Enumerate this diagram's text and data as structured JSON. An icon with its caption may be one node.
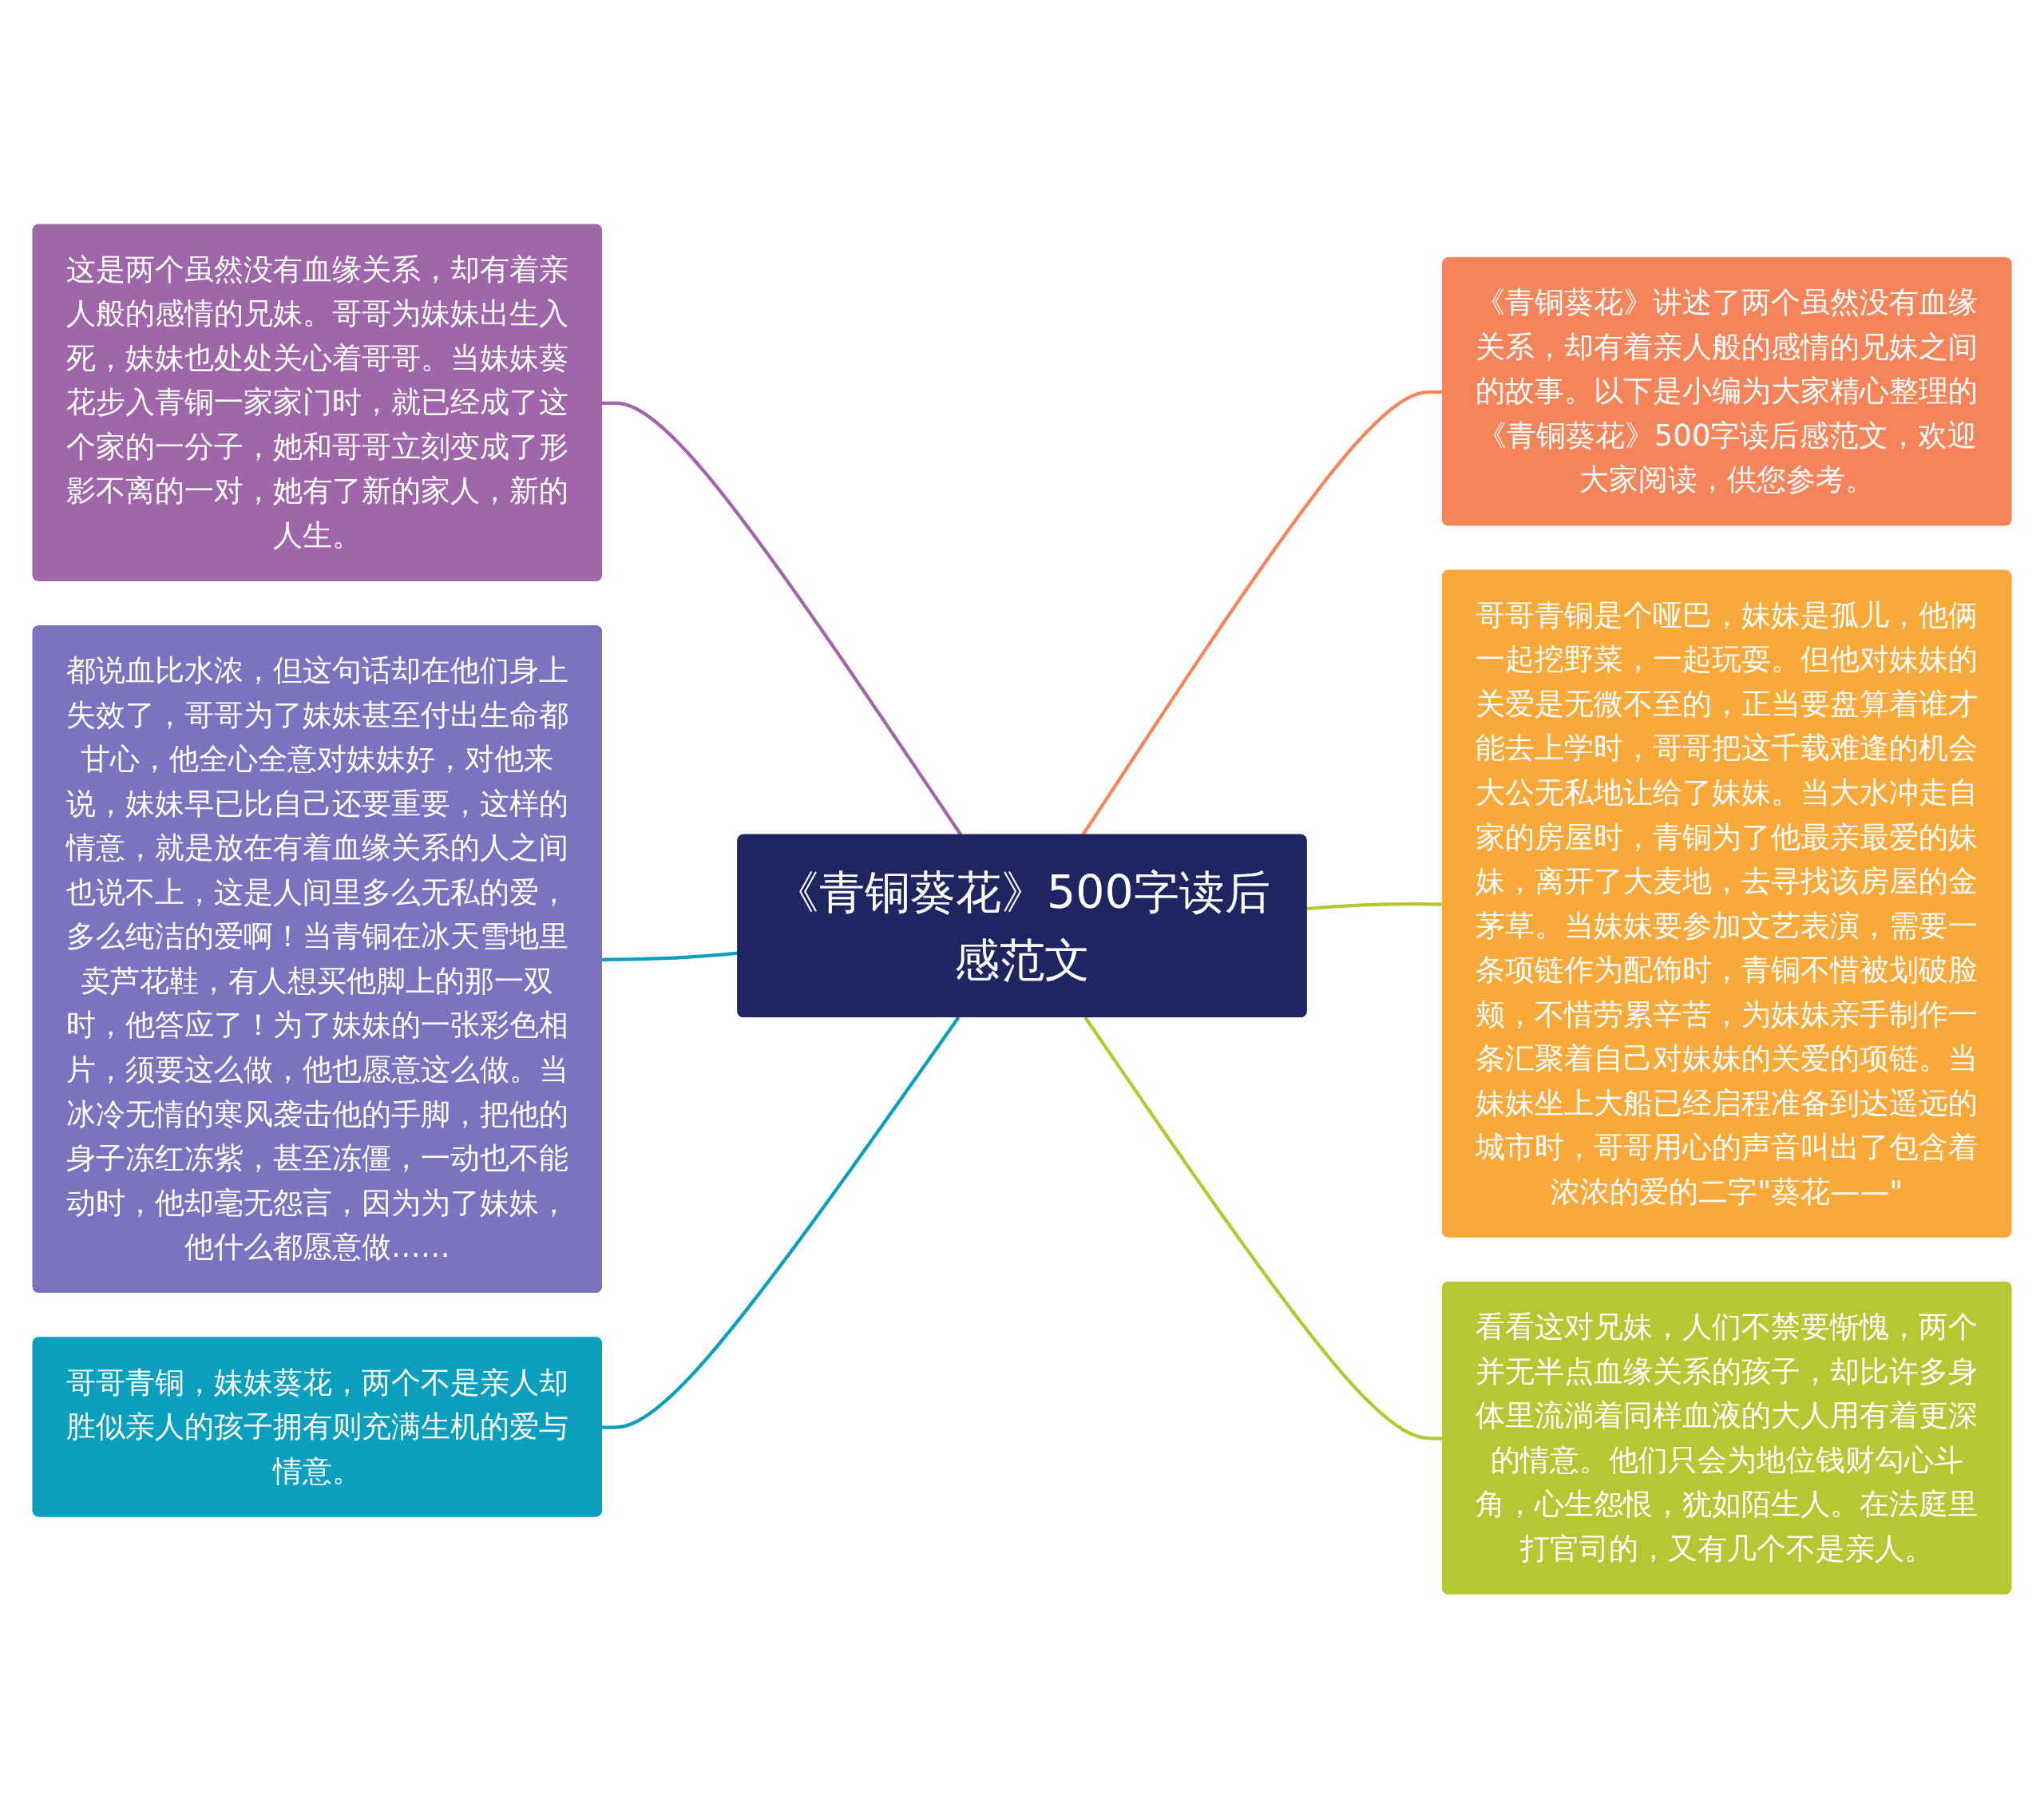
{
  "diagram": {
    "nodes": [
      {
        "text": [
          "《青铜葵花》500字读后感范文"
        ]
      },
      {
        "text": [
          "这是两个虽然没有血缘关系，却有着亲人般的感情的兄妹。哥哥为妹妹出生入死，妹妹也处处关心着哥哥。当妹妹葵花步入青铜一家家门时，就已经成了这个家的一分子，她和哥哥立刻变成了形影不离的一对，她有了新的家人，新的人生。"
        ]
      },
      {
        "text": [
          "都说血比水浓，但这句话却在他们身上失效了，哥哥为了妹妹甚至付出生命都甘心，他全心全意对妹妹好，对他来说，妹妹早已比自己还要重要，这样的情意，就是放在有着血缘关系的人之间也说不上，这是人间里多么无私的爱，多么纯洁的爱啊！当青铜在冰天雪地里卖芦花鞋，有人想买他脚上的那一双时，他答应了！为了妹妹的一张彩色相片，须要这么做，他也愿意这么做。当冰冷无情的寒风袭击他的手脚，把他的身子冻红冻紫，甚至冻僵，一动也不能动时，他却毫无怨言，因为为了妹妹，他什么都愿意做……"
        ]
      },
      {
        "text": [
          "哥哥青铜，妹妹葵花，两个不是亲人却胜似亲人的孩子拥有则充满生机的爱与情意。"
        ]
      },
      {
        "text": [
          "《青铜葵花》讲述了两个虽然没有血缘关系，却有着亲人般的感情的兄妹之间的故事。以下是小编为大家精心整理的《青铜葵花》500字读后感范文，欢迎大家阅读，供您参考。"
        ]
      },
      {
        "text": [
          "哥哥青铜是个哑巴，妹妹是孤儿，他俩一起挖野菜，一起玩耍。但他对妹妹的关爱是无微不至的，正当要盘算着谁才能去上学时，哥哥把这千载难逢的机会大公无私地让给了妹妹。当大水冲走自家的房屋时，青铜为了他最亲最爱的妹妹，离开了大麦地，去寻找该房屋的金茅草。当妹妹要参加文艺表演，需要一条项链作为配饰时，青铜不惜被划破脸颊，不惜劳累辛苦，为妹妹亲手制作一条汇聚着自己对妹妹的关爱的项链。当妹妹坐上大船已经启程准备到达遥远的城市时，哥哥用心的声音叫出了包含着浓浓的爱的二字\"葵花——\""
        ]
      },
      {
        "text": [
          "看看这对兄妹，人们不禁要惭愧，两个并无半点血缘关系的孩子，却比许多身体里流淌着同样血液的大人用有着更深的情意。他们只会为地位钱财勾心斗角，心生怨恨，犹如陌生人。在法庭里打官司的，又有几个不是亲人。"
        ]
      }
    ],
    "edges": [
      {
        "from": 0,
        "to": 1,
        "arrow": "none",
        "color": "#a066aa"
      },
      {
        "from": 0,
        "to": 2,
        "arrow": "none",
        "color": "#0a9fbf"
      },
      {
        "from": 0,
        "to": 3,
        "arrow": "none",
        "color": "#0a9fbf"
      },
      {
        "from": 0,
        "to": 4,
        "arrow": "none",
        "color": "#f5845a"
      },
      {
        "from": 0,
        "to": 5,
        "arrow": "none",
        "color": "#b5c833"
      },
      {
        "from": 0,
        "to": 6,
        "arrow": "none",
        "color": "#b5c833"
      }
    ]
  }
}
